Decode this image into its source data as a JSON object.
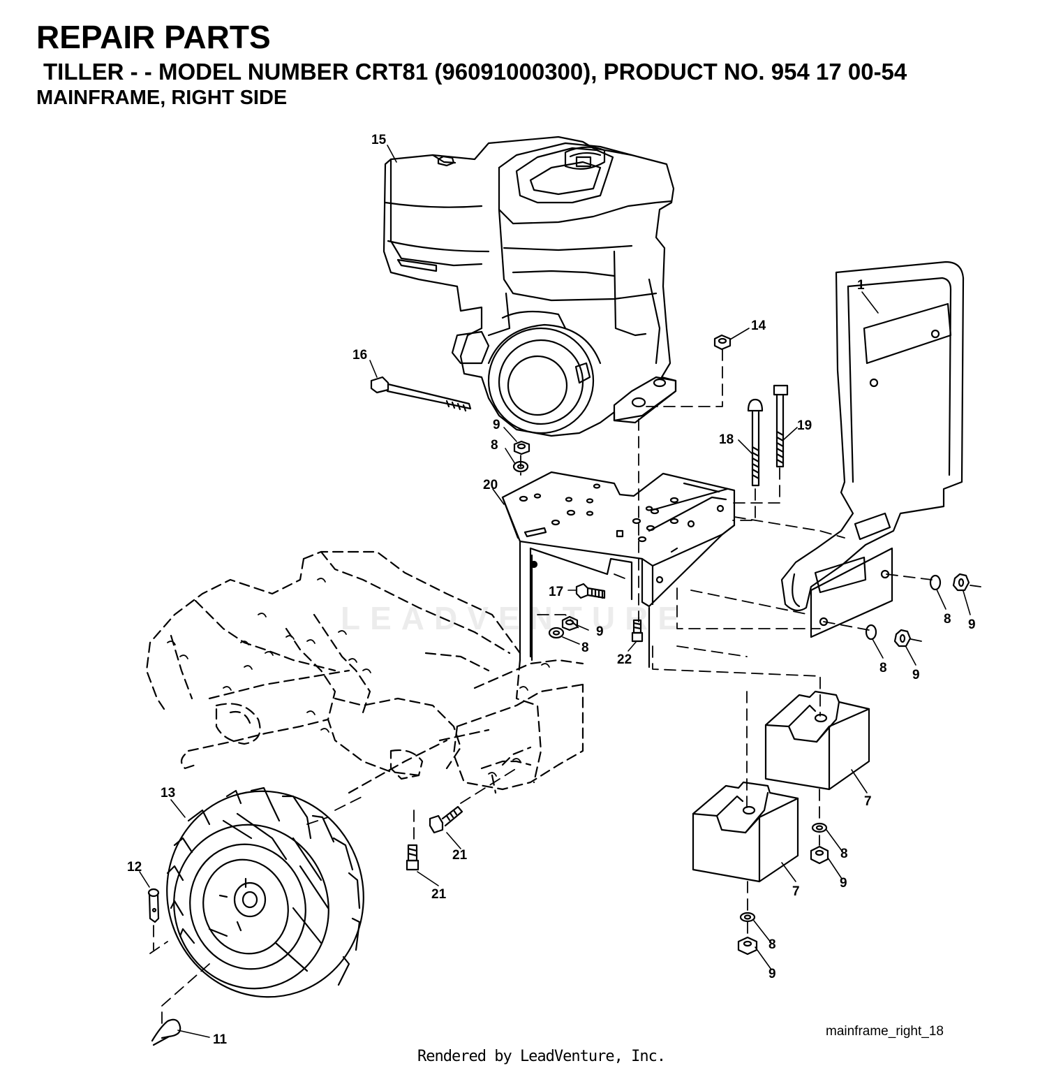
{
  "header": {
    "title": "REPAIR PARTS",
    "subtitle": "TILLER - - MODEL NUMBER CRT81 (96091000300), PRODUCT NO. 954 17 00-54",
    "section": "MAINFRAME, RIGHT SIDE"
  },
  "callouts": {
    "c1": "1",
    "c7a": "7",
    "c7b": "7",
    "c8a": "8",
    "c8b": "8",
    "c8c": "8",
    "c8d": "8",
    "c8e": "8",
    "c8f": "8",
    "c9a": "9",
    "c9b": "9",
    "c9c": "9",
    "c9d": "9",
    "c9e": "9",
    "c9f": "9",
    "c11": "11",
    "c12": "12",
    "c13": "13",
    "c14": "14",
    "c15": "15",
    "c16": "16",
    "c17": "17",
    "c18": "18",
    "c19": "19",
    "c20": "20",
    "c21a": "21",
    "c21b": "21",
    "c22": "22"
  },
  "footer": {
    "diagram_ref": "mainframe_right_18",
    "credit": "Rendered by LeadVenture, Inc."
  },
  "watermark": "LEADVENTURE"
}
